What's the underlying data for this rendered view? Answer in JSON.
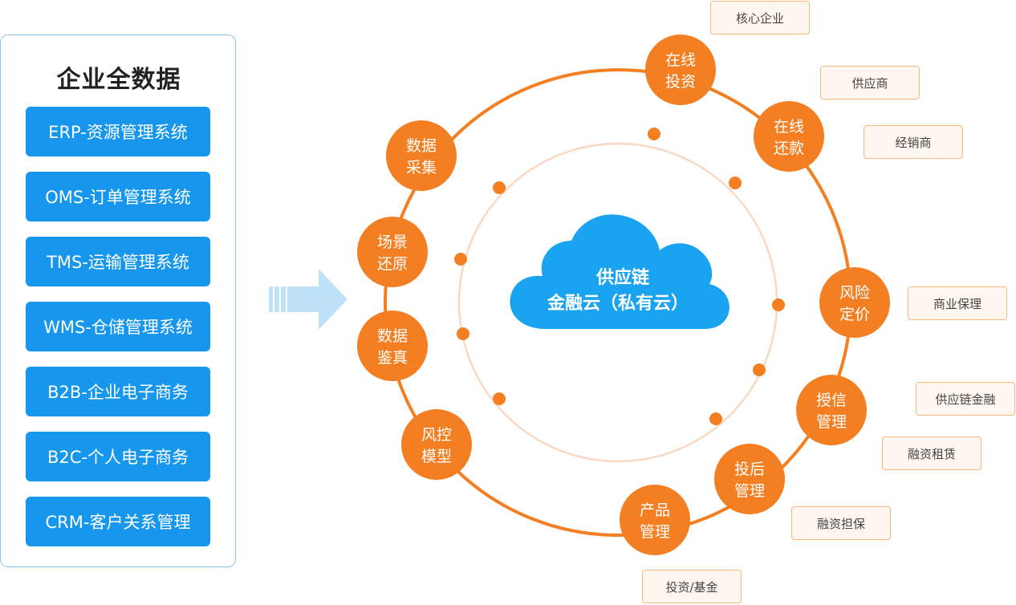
{
  "panel": {
    "title": "企业全数据",
    "items": [
      {
        "label": "ERP-资源管理系统"
      },
      {
        "label": "OMS-订单管理系统"
      },
      {
        "label": "TMS-运输管理系统"
      },
      {
        "label": "WMS-仓储管理系统"
      },
      {
        "label": "B2B-企业电子商务"
      },
      {
        "label": "B2C-个人电子商务"
      },
      {
        "label": "CRM-客户关系管理"
      }
    ]
  },
  "cloud": {
    "line1": "供应链",
    "line2": "金融云（私有云）"
  },
  "nodes": [
    {
      "line1": "在线",
      "line2": "投资"
    },
    {
      "line1": "在线",
      "line2": "还款"
    },
    {
      "line1": "风险",
      "line2": "定价"
    },
    {
      "line1": "授信",
      "line2": "管理"
    },
    {
      "line1": "投后",
      "line2": "管理"
    },
    {
      "line1": "产品",
      "line2": "管理"
    },
    {
      "line1": "风控",
      "line2": "模型"
    },
    {
      "line1": "数据",
      "line2": "鉴真"
    },
    {
      "line1": "场景",
      "line2": "还原"
    },
    {
      "line1": "数据",
      "line2": "采集"
    }
  ],
  "tags": [
    {
      "label": "核心企业"
    },
    {
      "label": "供应商"
    },
    {
      "label": "经销商"
    },
    {
      "label": "商业保理"
    },
    {
      "label": "供应链金融"
    },
    {
      "label": "融资租赁"
    },
    {
      "label": "融资担保"
    },
    {
      "label": "投资/基金"
    }
  ],
  "colors": {
    "accent_blue": "#1796ee",
    "node_orange": "#f37f22",
    "ring_orange": "#f37f22",
    "inner_ring": "#f8d9c3",
    "cloud_blue": "#1aa3f0",
    "arrow_blue": "#bfe2f8",
    "tag_border": "#f6b880",
    "tag_fill": "#fff7ef"
  }
}
